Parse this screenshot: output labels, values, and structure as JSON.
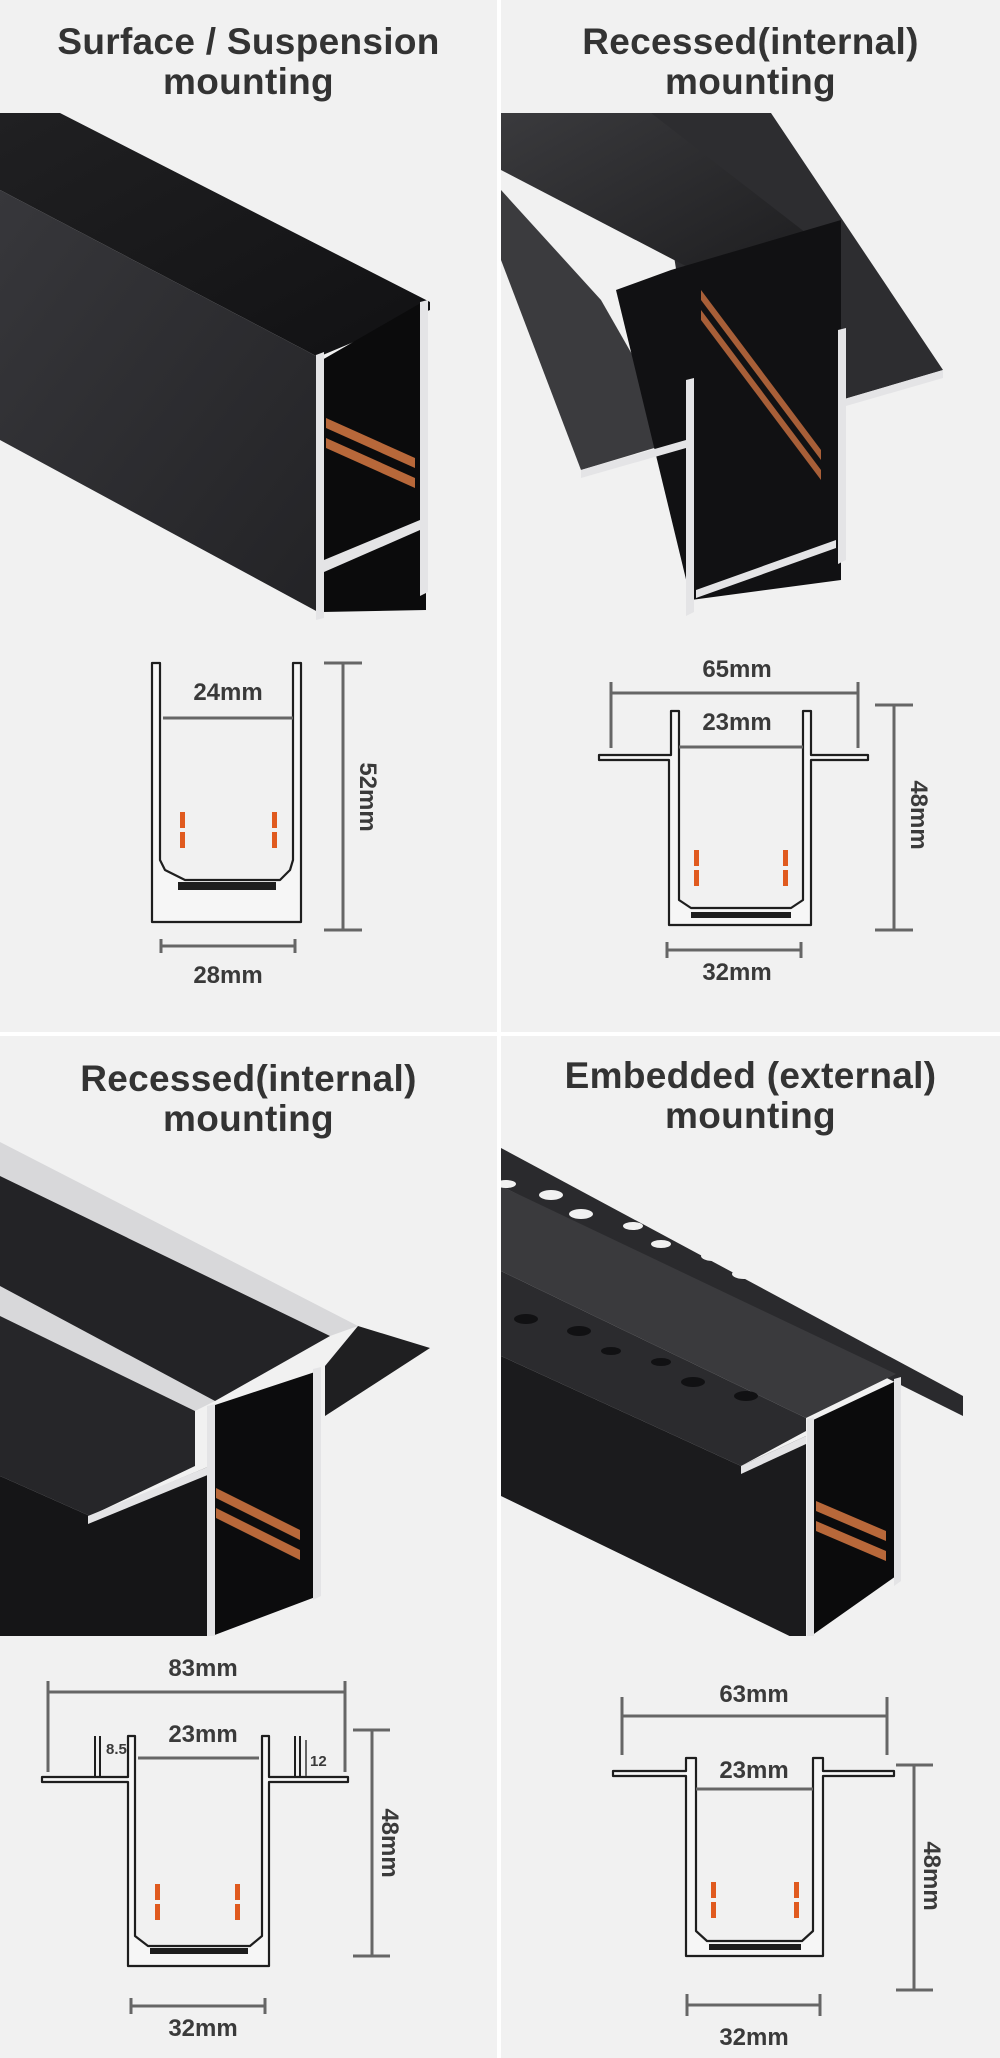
{
  "panels": [
    {
      "id": "surface-suspension",
      "title_line1": "Surface / Suspension",
      "title_line2": "mounting",
      "dimensions": {
        "inner_width": "24mm",
        "outer_width": "28mm",
        "height": "52mm"
      }
    },
    {
      "id": "recessed-internal-a",
      "title_line1": "Recessed(internal)",
      "title_line2": "mounting",
      "dimensions": {
        "flange_width": "65mm",
        "inner_width": "23mm",
        "outer_width": "32mm",
        "height": "48mm"
      }
    },
    {
      "id": "recessed-internal-b",
      "title_line1": "Recessed(internal)",
      "title_line2": "mounting",
      "dimensions": {
        "flange_width": "83mm",
        "inner_width": "23mm",
        "outer_width": "32mm",
        "height": "48mm",
        "left_gap": "8.5",
        "right_gap": "12"
      }
    },
    {
      "id": "embedded-external",
      "title_line1": "Embedded (external)",
      "title_line2": "mounting",
      "dimensions": {
        "flange_width": "63mm",
        "inner_width": "23mm",
        "outer_width": "32mm",
        "height": "48mm"
      }
    }
  ],
  "colors": {
    "background": "#f1f1f1",
    "divider": "#ffffff",
    "title_text": "#333333",
    "profile_black": "#1b1b1d",
    "aluminium": "#e6e6e6",
    "copper": "#b8683a",
    "conductor_marker": "#e05a1f",
    "dimension_line": "#666666"
  }
}
